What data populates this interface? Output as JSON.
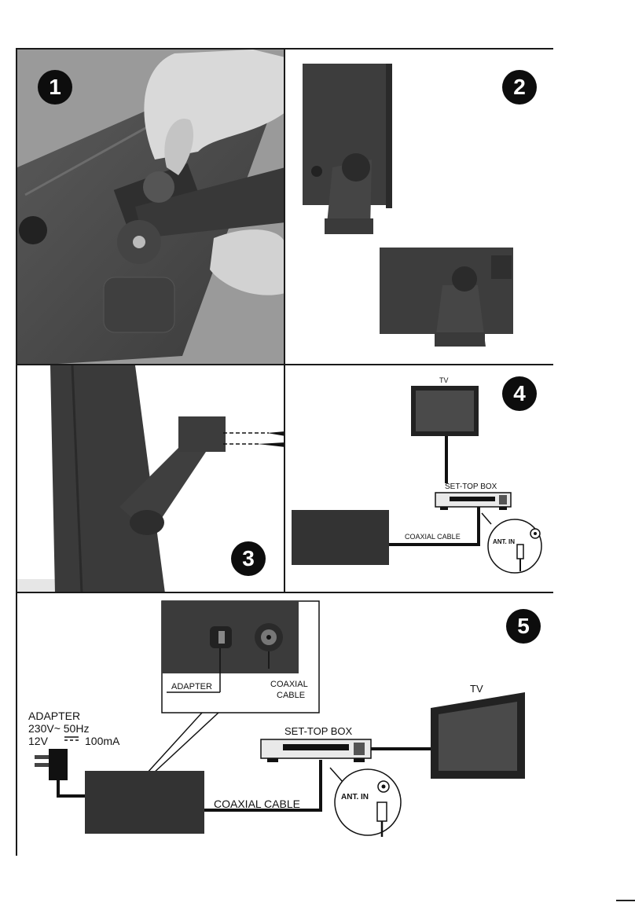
{
  "steps": {
    "s1": "1",
    "s2": "2",
    "s3": "3",
    "s4": "4",
    "s5": "5"
  },
  "panel4": {
    "tv_label": "TV",
    "stb_label": "SET-TOP BOX",
    "cable_label": "COAXIAL CABLE",
    "ant_in_label": "ANT. IN"
  },
  "panel5": {
    "adapter_title": "ADAPTER",
    "adapter_input": "230V~ 50Hz",
    "adapter_output_volt": "12V",
    "adapter_output_current": "100mA",
    "inset_adapter_label": "ADAPTER",
    "inset_coax_line1": "COAXIAL",
    "inset_coax_line2": "CABLE",
    "stb_label": "SET-TOP BOX",
    "tv_label": "TV",
    "cable_label": "COAXIAL CABLE",
    "ant_in_label": "ANT. IN"
  }
}
